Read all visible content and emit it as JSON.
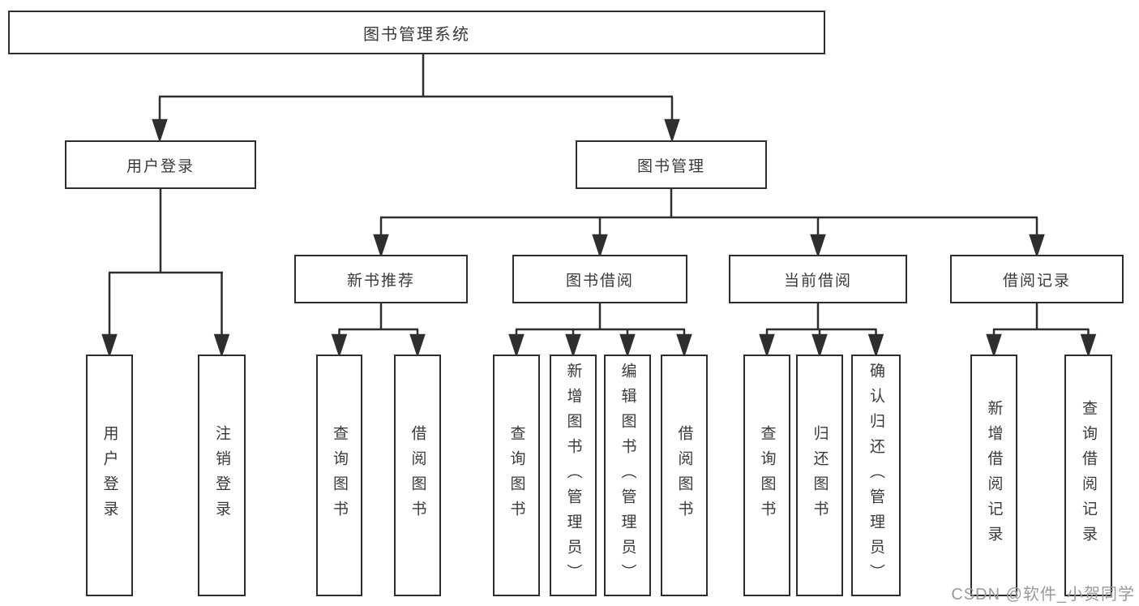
{
  "tree": {
    "root": {
      "label": "图书管理系统",
      "children": [
        {
          "label": "用户登录",
          "children": [
            {
              "label": "用户登录"
            },
            {
              "label": "注销登录"
            }
          ]
        },
        {
          "label": "图书管理",
          "children": [
            {
              "label": "新书推荐",
              "children": [
                {
                  "label": "查询图书"
                },
                {
                  "label": "借阅图书"
                }
              ]
            },
            {
              "label": "图书借阅",
              "children": [
                {
                  "label": "查询图书"
                },
                {
                  "label": "新增图书（管理员）"
                },
                {
                  "label": "编辑图书（管理员）"
                },
                {
                  "label": "借阅图书"
                }
              ]
            },
            {
              "label": "当前借阅",
              "children": [
                {
                  "label": "查询图书"
                },
                {
                  "label": "归还图书"
                },
                {
                  "label": "确认归还（管理员）"
                }
              ]
            },
            {
              "label": "借阅记录",
              "children": [
                {
                  "label": "新增借阅记录"
                },
                {
                  "label": "查询借阅记录"
                }
              ]
            }
          ]
        }
      ]
    }
  },
  "watermark": {
    "text": "CSDN @软件_小贺同学"
  },
  "colors": {
    "line": "#2e2e2e",
    "box_border": "#2e2e2e",
    "text": "#3a3a3a",
    "watermark": "#9a9a9a",
    "background": "#ffffff"
  }
}
